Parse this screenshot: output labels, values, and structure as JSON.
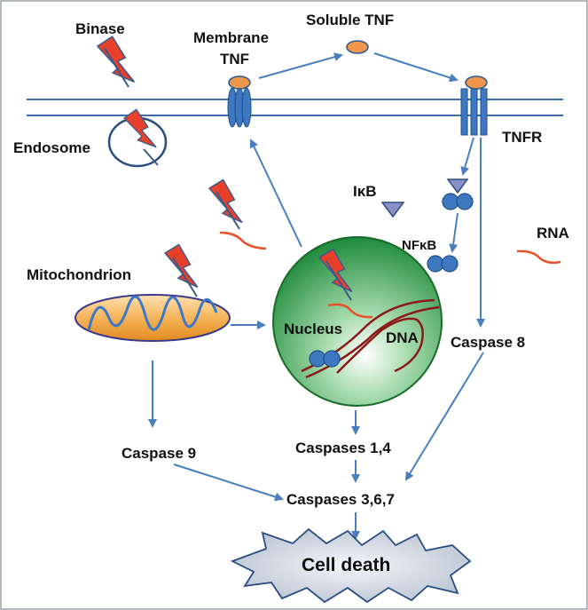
{
  "labels": {
    "binase": "Binase",
    "membrane_tnf_1": "Membrane",
    "membrane_tnf_2": "TNF",
    "soluble_tnf": "Soluble TNF",
    "endosome": "Endosome",
    "tnfr": "TNFR",
    "ikb": "IκB",
    "nfkb": "NFκB",
    "rna": "RNA",
    "mitochondrion": "Mitochondrion",
    "nucleus": "Nucleus",
    "dna": "DNA",
    "caspase8": "Caspase 8",
    "caspase9": "Caspase 9",
    "caspases_1_4": "Caspases 1,4",
    "caspases_3_6_7": "Caspases 3,6,7",
    "cell_death": "Cell death"
  },
  "colors": {
    "arrow": "#4a7fbf",
    "membrane": "#3a6ea5",
    "receptor": "#3d78c0",
    "tnf": "#f0964a",
    "bolt": "#e8402a",
    "rna": "#e8502a",
    "nucleus": "#2f9e4a",
    "mito": "#f0a040",
    "dna": "#8b1a1a",
    "burst": "#c8d0dc"
  }
}
